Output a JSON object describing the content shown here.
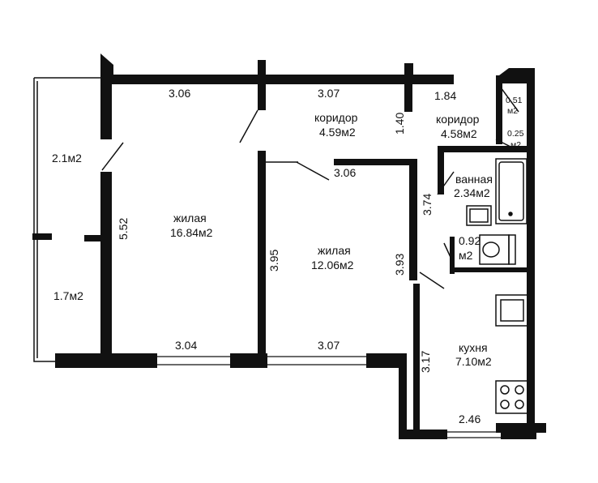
{
  "rooms": {
    "living1": {
      "name": "жилая",
      "area": "16.84м2"
    },
    "living2": {
      "name": "жилая",
      "area": "12.06м2"
    },
    "corridor1": {
      "name": "коридор",
      "area": "4.59м2"
    },
    "corridor2": {
      "name": "коридор",
      "area": "4.58м2"
    },
    "bathroom": {
      "name": "ванная",
      "area": "2.34м2"
    },
    "toilet": {
      "area_value": "0.92",
      "area_unit": "м2"
    },
    "kitchen": {
      "name": "кухня",
      "area": "7.10м2"
    },
    "balcony_top": {
      "area": "2.1м2"
    },
    "balcony_bottom": {
      "area": "1.7м2"
    },
    "closet1": {
      "value": "0.51",
      "unit": "м2"
    },
    "closet2": {
      "value": "0.25",
      "unit": "м2"
    }
  },
  "dimensions": {
    "top_left": "3.06",
    "top_middle": "3.07",
    "top_right": "1.84",
    "corridor_height": "1.40",
    "inner_wall": "3.06",
    "living1_height": "5.52",
    "living2_left_height": "3.95",
    "living2_right_height": "3.93",
    "bath_height": "3.74",
    "bottom_left": "3.04",
    "bottom_middle": "3.07",
    "kitchen_height": "3.17",
    "kitchen_width": "2.46"
  }
}
